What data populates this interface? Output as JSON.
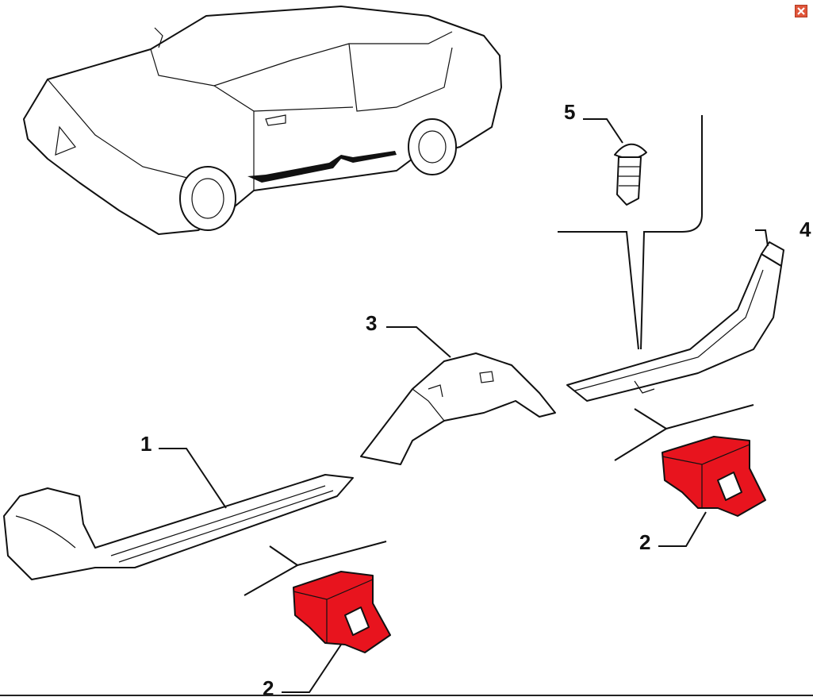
{
  "window": {
    "close_icon": "close-icon"
  },
  "colors": {
    "highlight": "#e8141e",
    "close_button": "#e0553a"
  },
  "diagram": {
    "callouts": [
      {
        "id": "sill-cover-front",
        "label": "1"
      },
      {
        "id": "clip-left",
        "label": "2"
      },
      {
        "id": "clip-right",
        "label": "2"
      },
      {
        "id": "wheel-arch-cover",
        "label": "3"
      },
      {
        "id": "sill-cover-rear",
        "label": "4"
      },
      {
        "id": "push-rivet",
        "label": "5"
      }
    ]
  }
}
